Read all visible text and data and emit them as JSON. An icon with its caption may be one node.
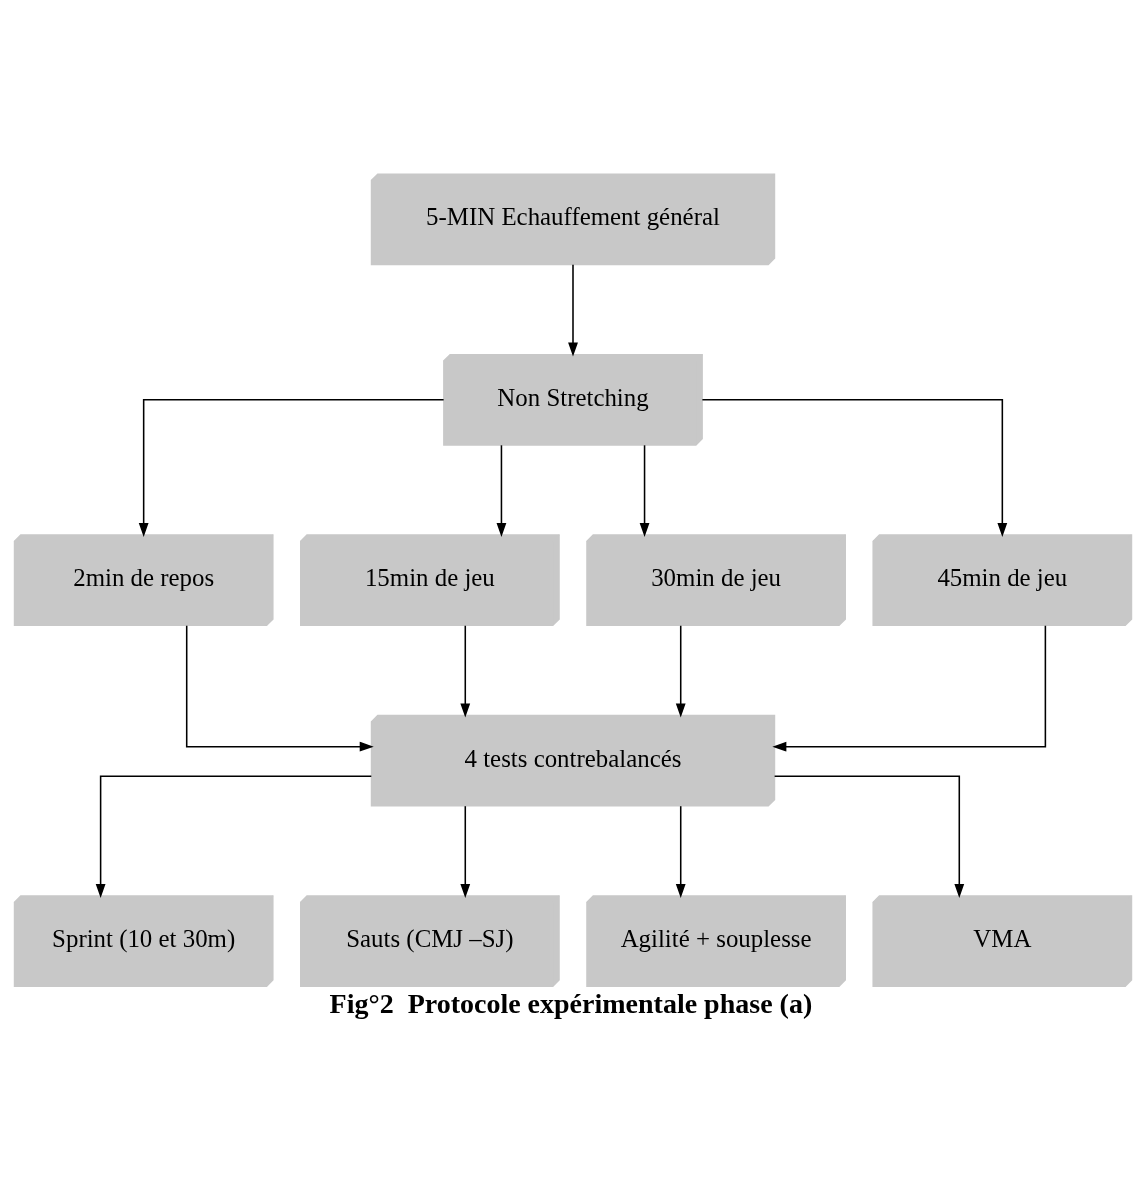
{
  "diagram": {
    "caption": "Fig°2  Protocole expérimentale phase (a)",
    "nodes": [
      {
        "text": [
          "5-MIN Echauffement général"
        ]
      },
      {
        "text": [
          "Non Stretching"
        ]
      },
      {
        "text": [
          "2min de repos"
        ]
      },
      {
        "text": [
          "15min de jeu"
        ]
      },
      {
        "text": [
          "30min de jeu"
        ]
      },
      {
        "text": [
          "45min de jeu"
        ]
      },
      {
        "text": [
          "4 tests contrebalancés"
        ]
      },
      {
        "text": [
          "Sprint (10 et 30m)"
        ]
      },
      {
        "text": [
          "Sauts (CMJ –SJ)"
        ]
      },
      {
        "text": [
          "Agilité + souplesse"
        ]
      },
      {
        "text": [
          "VMA"
        ]
      }
    ],
    "edges": [
      {
        "from": 0,
        "to": 1,
        "arrow": "to"
      },
      {
        "from": 1,
        "to": 2,
        "arrow": "to"
      },
      {
        "from": 1,
        "to": 3,
        "arrow": "to"
      },
      {
        "from": 1,
        "to": 4,
        "arrow": "to"
      },
      {
        "from": 1,
        "to": 5,
        "arrow": "to"
      },
      {
        "from": 2,
        "to": 6,
        "arrow": "to"
      },
      {
        "from": 3,
        "to": 6,
        "arrow": "to"
      },
      {
        "from": 4,
        "to": 6,
        "arrow": "to"
      },
      {
        "from": 5,
        "to": 6,
        "arrow": "to"
      },
      {
        "from": 6,
        "to": 7,
        "arrow": "to"
      },
      {
        "from": 6,
        "to": 8,
        "arrow": "to"
      },
      {
        "from": 6,
        "to": 9,
        "arrow": "to"
      },
      {
        "from": 6,
        "to": 10,
        "arrow": "to"
      }
    ]
  }
}
